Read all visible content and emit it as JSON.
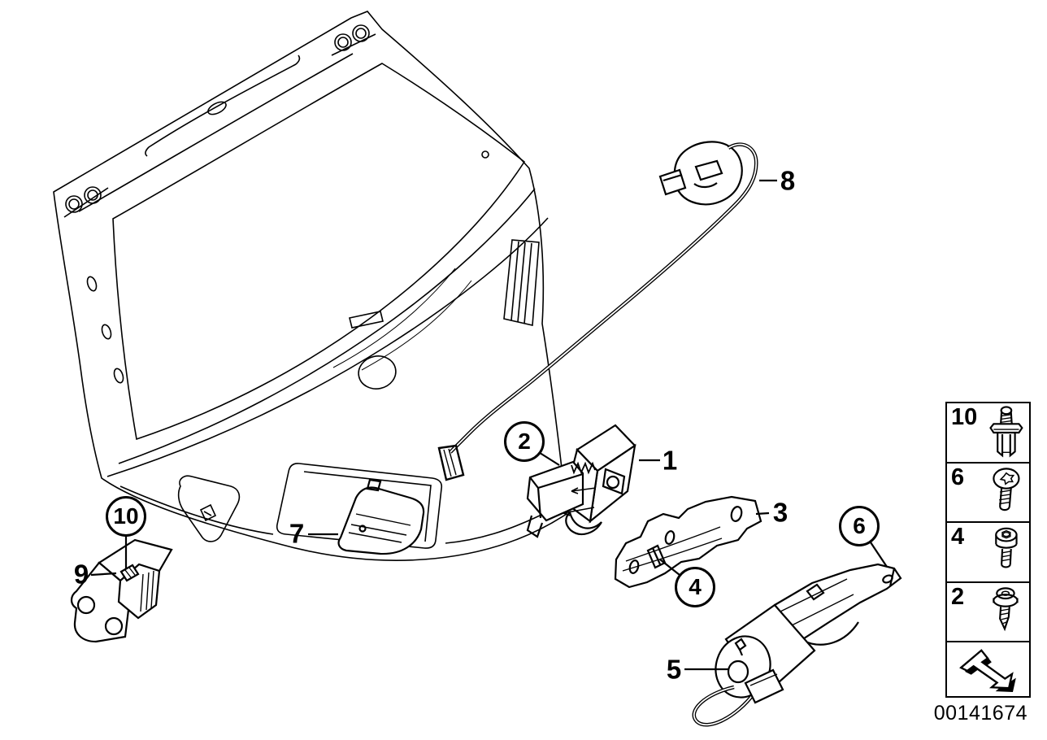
{
  "figure": {
    "image_id": "00141674",
    "colors": {
      "line": "#000000",
      "background": "#ffffff"
    },
    "callouts": {
      "c1": {
        "label": "1",
        "circled": false
      },
      "c2": {
        "label": "2",
        "circled": true
      },
      "c3": {
        "label": "3",
        "circled": false
      },
      "c4": {
        "label": "4",
        "circled": true
      },
      "c5": {
        "label": "5",
        "circled": false
      },
      "c6": {
        "label": "6",
        "circled": true
      },
      "c7": {
        "label": "7",
        "circled": false
      },
      "c8": {
        "label": "8",
        "circled": false
      },
      "c9": {
        "label": "9",
        "circled": false
      },
      "c10": {
        "label": "10",
        "circled": true
      }
    },
    "sidebar": {
      "rows": [
        {
          "label": "10",
          "icon": "stud-bolt-icon"
        },
        {
          "label": "6",
          "icon": "torx-screw-icon"
        },
        {
          "label": "4",
          "icon": "socket-head-screw-icon"
        },
        {
          "label": "2",
          "icon": "self-tapping-screw-icon"
        },
        {
          "label": "",
          "icon": "back-arrow-icon"
        }
      ]
    }
  }
}
